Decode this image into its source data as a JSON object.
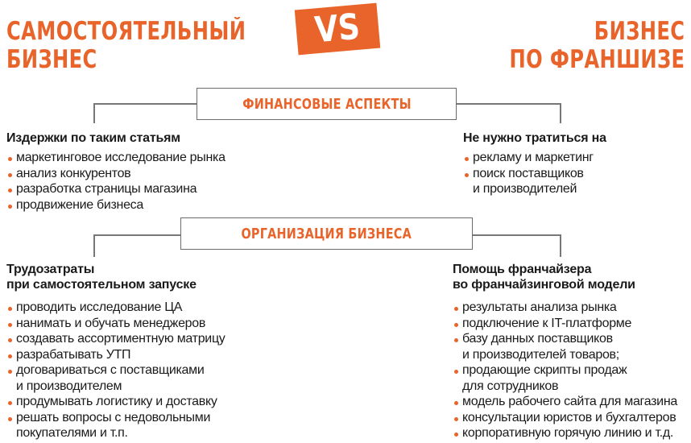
{
  "header": {
    "left_title_line1": "САМОСТОЯТЕЛЬНЫЙ",
    "left_title_line2": "БИЗНЕС",
    "vs_label": "VS",
    "right_title_line1": "БИЗНЕС",
    "right_title_line2": "ПО ФРАНШИЗЕ"
  },
  "colors": {
    "accent": "#e8642a",
    "text": "#1a1a1a",
    "line": "#777777",
    "background": "#ffffff"
  },
  "sections": [
    {
      "title": "ФИНАНСОВЫЕ АСПЕКТЫ",
      "left": {
        "heading": "Издержки по таким статьям",
        "items": [
          "маркетинговое исследование рынка",
          "анализ конкурентов",
          "разработка страницы магазина",
          "продвижение бизнеса"
        ]
      },
      "right": {
        "heading": "Не нужно тратиться на",
        "items": [
          "рекламу и маркетинг",
          "поиск поставщиков\nи производителей"
        ]
      }
    },
    {
      "title": "ОРГАНИЗАЦИЯ БИЗНЕСА",
      "left": {
        "heading_line1": "Трудозатраты",
        "heading_line2": "при самостоятельном запуске",
        "items": [
          "проводить исследование ЦА",
          "нанимать и обучать менеджеров",
          "создавать ассортиментную матрицу",
          "разрабатывать УТП",
          "договариваться с поставщиками\nи производителем",
          "продумывать логистику и доставку",
          "решать вопросы с недовольными\nпокупателями и т.п."
        ]
      },
      "right": {
        "heading_line1": "Помощь франчайзера",
        "heading_line2": "во франчайзинговой модели",
        "items": [
          "результаты анализа рынка",
          "подключение к IT-платформе",
          "базу данных поставщиков\nи производителей товаров;",
          "продающие скрипты продаж\nдля сотрудников",
          "модель рабочего сайта для магазина",
          "консультации юристов и бухгалтеров",
          "корпоративную горячую линию и т.д."
        ]
      }
    }
  ]
}
